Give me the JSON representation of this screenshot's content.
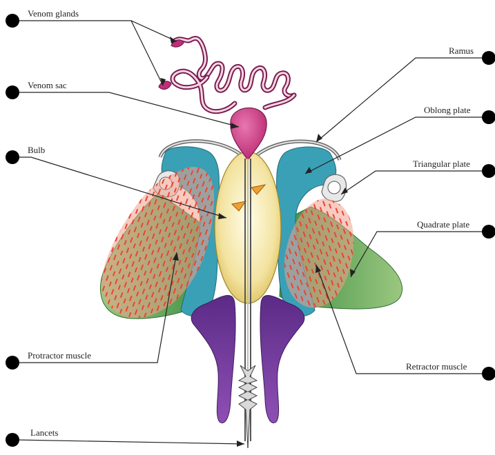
{
  "labels": {
    "venom_glands": "Venom glands",
    "venom_sac": "Venom sac",
    "bulb": "Bulb",
    "protractor_muscle": "Protractor muscle",
    "lancets": "Lancets",
    "ramus": "Ramus",
    "oblong_plate": "Oblong plate",
    "triangular_plate": "Triangular plate",
    "quadrate_plate": "Quadrate plate",
    "retractor_muscle": "Retractor muscle"
  },
  "colors": {
    "venom": "#c0307a",
    "venom_outline": "#7a1d4e",
    "bulb_center": "#fffde8",
    "bulb_edge": "#e2c46a",
    "teal": "#3aa0b6",
    "purple": "#7b3f9e",
    "green": "#6fae55",
    "red_muscle": "#f1a08e",
    "dash": "#e8452d"
  }
}
